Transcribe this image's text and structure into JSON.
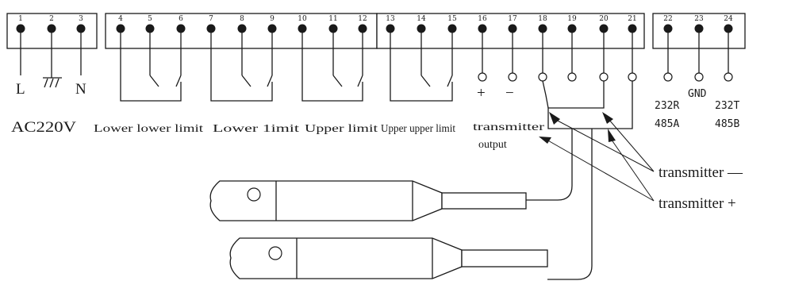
{
  "terminals": [
    "1",
    "2",
    "3",
    "4",
    "5",
    "6",
    "7",
    "8",
    "9",
    "10",
    "11",
    "12",
    "13",
    "14",
    "15",
    "16",
    "17",
    "18",
    "19",
    "20",
    "21",
    "22",
    "23",
    "24"
  ],
  "power": {
    "l_label": "L",
    "n_label": "N",
    "voltage_label": "AC220V"
  },
  "relays": [
    {
      "label": "Lower lower limit"
    },
    {
      "label": "Lower  1imit"
    },
    {
      "label": "Upper limit"
    },
    {
      "label": "Upper upper limit"
    }
  ],
  "transmitter_output": {
    "plus": "+",
    "minus": "−",
    "label_line1": "transmitter",
    "label_line2": "output"
  },
  "comm": {
    "label_232r": "232R",
    "label_485a": "485A",
    "label_gnd": "GND",
    "label_232t": "232T",
    "label_485b": "485B"
  },
  "callouts": {
    "minus": "transmitter —",
    "plus": "transmitter +"
  }
}
